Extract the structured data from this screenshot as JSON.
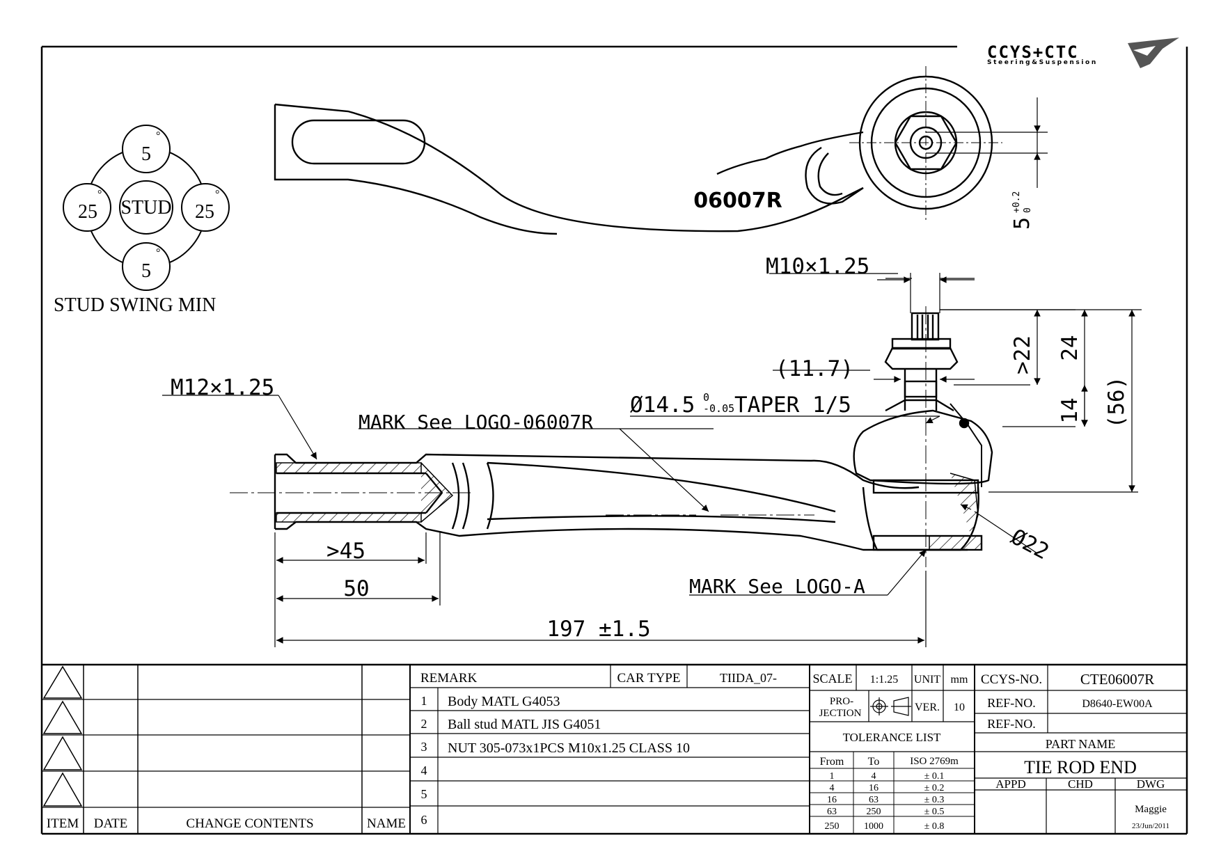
{
  "logo": {
    "brand": "CCYS+CTC",
    "tagline": "Steering&Suspension"
  },
  "drawing": {
    "part_mark": "06007R",
    "stud_swing": {
      "caption": "STUD SWING MIN",
      "center_label": "STUD",
      "top": "5",
      "bottom": "5",
      "left": "25",
      "right": "25",
      "degree_symbol": "°"
    },
    "dimensions": {
      "slot_tolerance_main": "5",
      "slot_tolerance_upper": "+0.2",
      "slot_tolerance_lower": "0",
      "thread_stud": "M10×1.25",
      "thread_body": "M12×1.25",
      "dim_11_7": "(11.7)",
      "taper_prefix": "Ø14.5",
      "taper_tol_upper": "0",
      "taper_tol_lower": "-0.05",
      "taper_suffix": "TAPER 1/5",
      "mark_logo_1": "MARK See LOGO-06007R",
      "mark_logo_2": "MARK See LOGO-A",
      "dim_22": ">22",
      "dim_24": "24",
      "dim_14": "14",
      "dim_56": "(56)",
      "dim_d22": "Ø22",
      "dim_45": ">45",
      "dim_50": "50",
      "dim_197": "197 ±1.5"
    }
  },
  "revision_block": {
    "headers": {
      "item": "ITEM",
      "date": "DATE",
      "change": "CHANGE CONTENTS",
      "name": "NAME"
    }
  },
  "remarks": {
    "header": "REMARK",
    "car_type_label": "CAR TYPE",
    "car_type_value": "TIIDA_07-",
    "items": [
      {
        "no": "1",
        "text": "Body MATL G4053"
      },
      {
        "no": "2",
        "text": "Ball stud MATL JIS G4051"
      },
      {
        "no": "3",
        "text": "NUT 305-073x1PCS M10x1.25 CLASS 10"
      },
      {
        "no": "4",
        "text": ""
      },
      {
        "no": "5",
        "text": ""
      },
      {
        "no": "6",
        "text": ""
      }
    ]
  },
  "title_block": {
    "scale_label": "SCALE",
    "scale_value": "1:1.25",
    "unit_label": "UNIT",
    "unit_value": "mm",
    "projection_label_1": "PRO-",
    "projection_label_2": "JECTION",
    "ver_label": "VER.",
    "ver_value": "10",
    "tolerance_title": "TOLERANCE LIST",
    "tol_headers": {
      "from": "From",
      "to": "To",
      "iso": "ISO 2769m"
    },
    "tolerances": [
      {
        "from": "1",
        "to": "4",
        "tol": "± 0.1"
      },
      {
        "from": "4",
        "to": "16",
        "tol": "± 0.2"
      },
      {
        "from": "16",
        "to": "63",
        "tol": "± 0.3"
      },
      {
        "from": "63",
        "to": "250",
        "tol": "± 0.5"
      },
      {
        "from": "250",
        "to": "1000",
        "tol": "± 0.8"
      }
    ],
    "ccys_no_label": "CCYS-NO.",
    "ccys_no_value": "CTE06007R",
    "ref_no_label": "REF-NO.",
    "ref_no_value": "D8640-EW00A",
    "ref_no_label_2": "REF-NO.",
    "ref_no_value_2": "",
    "part_name_label": "PART NAME",
    "part_name_value": "TIE ROD END",
    "appd_label": "APPD",
    "chd_label": "CHD",
    "dwg_label": "DWG",
    "dwg_name": "Maggie",
    "dwg_date": "23/Jun/2011"
  }
}
